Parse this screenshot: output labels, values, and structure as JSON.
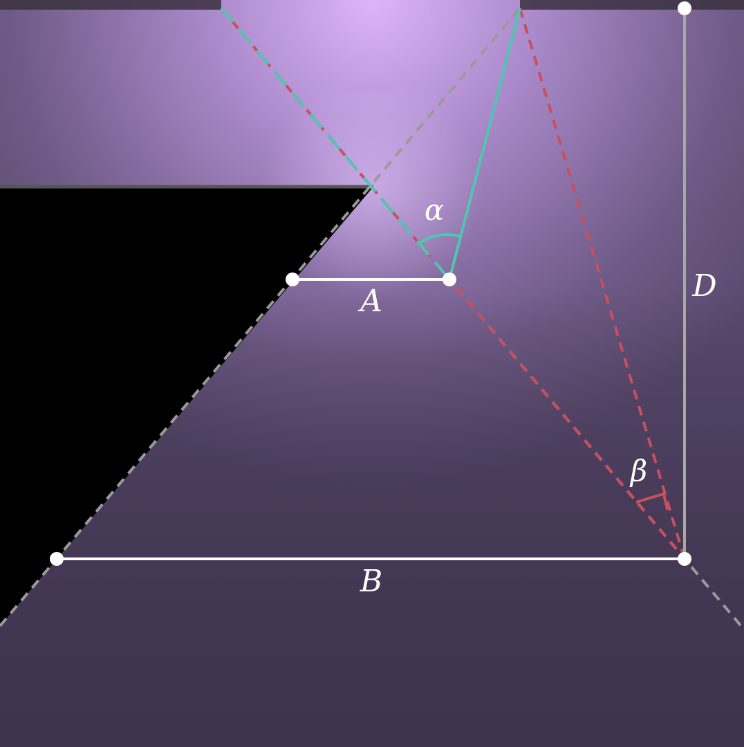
{
  "labels": {
    "segment_a": "A",
    "segment_b": "B",
    "segment_d": "D",
    "angle_alpha": "α",
    "angle_beta": "β"
  },
  "colors": {
    "background_glow": "#d8b0f8",
    "background_dark": "#4a3a5c",
    "wall": "#000000",
    "teal_ray": "#4fc6b0",
    "red_ray": "#c8505e",
    "grey_dashed": "#9a9a9a",
    "grey_solid": "#a8a8a8",
    "white": "#ffffff"
  }
}
